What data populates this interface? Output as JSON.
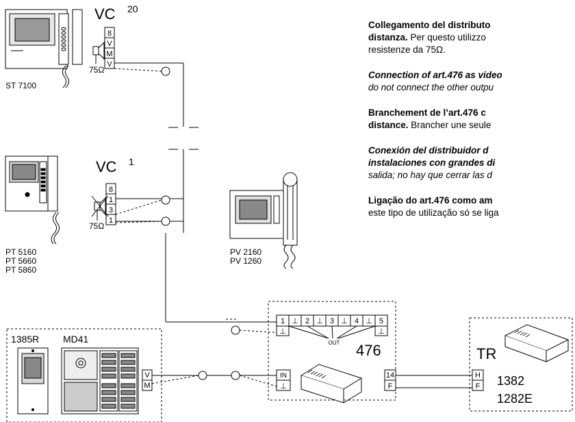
{
  "labels": {
    "vc_top": "VC",
    "vc_top_sup": "20",
    "vc_mid": "VC",
    "vc_mid_sup": "1",
    "st7100": "ST  7100",
    "pt5160": "PT  5160",
    "pt5660": "PT  5660",
    "pt5860": "PT  5860",
    "pv2160": "PV  2160",
    "pv1260": "PV  1260",
    "ohm_top": "75Ω",
    "ohm_mid": "75Ω",
    "b1385r": "1385R",
    "md41": "MD41",
    "out": "OUT",
    "a476": "476",
    "tr": "TR",
    "a1382": "1382",
    "a1282e": "1282E"
  },
  "terminals": {
    "top": [
      "8",
      "V",
      "M",
      "V"
    ],
    "mid": [
      "8",
      "1",
      "3",
      "1"
    ],
    "out_strip": [
      "1",
      "⊥",
      "2",
      "⊥",
      "3",
      "⊥",
      "4",
      "⊥",
      "5"
    ],
    "out_bottom": "⊥",
    "in_strip": [
      "IN",
      "⊥"
    ],
    "md41": [
      "V",
      "M"
    ],
    "tr_in": [
      "14",
      "F"
    ],
    "tr_out": [
      "H",
      "F"
    ]
  },
  "text": {
    "it_bold": "Collegamento del distributo",
    "it_bold2": "distanza.",
    "it_norm": " Per questo utilizzo",
    "it_norm2": "resistenze da 75Ω.",
    "en_bi": "Connection of art.476 as video",
    "en_i": "do not connect the other outpu",
    "fr_bold": "Branchement de l’art.476 c",
    "fr_bold2": "distance.",
    "fr_norm": " Brancher une seule",
    "es_bi": "Conexión del distribuidor d",
    "es_bi2": "instalaciones con grandes di",
    "es_i": "salida; no hay que cerrar las d",
    "pt_bold": "Ligação do art.476 como am",
    "pt_norm": "este tipo de utilização só se liga"
  }
}
